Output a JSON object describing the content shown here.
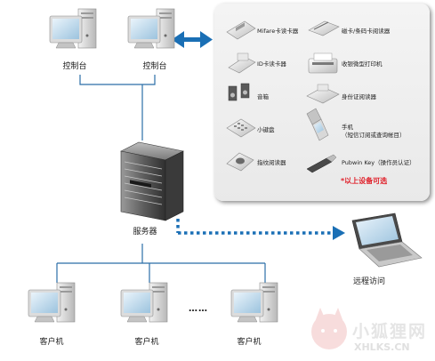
{
  "consoles": [
    "控制台",
    "控制台"
  ],
  "server_label": "服务器",
  "remote_label": "远程访问",
  "clients": [
    "客户机",
    "客户机",
    "客户机"
  ],
  "clients_ellipsis": "……",
  "devices": {
    "left": [
      {
        "label": "Mifare卡读卡器",
        "icon": "mifare-card-reader-icon"
      },
      {
        "label": "ID卡读卡器",
        "icon": "id-card-reader-icon"
      },
      {
        "label": "音箱",
        "icon": "speakers-icon"
      },
      {
        "label": "小键盘",
        "icon": "keypad-icon"
      },
      {
        "label": "指纹阅读器",
        "icon": "fingerprint-reader-icon"
      }
    ],
    "right": [
      {
        "label": "磁卡/条码卡阅读器",
        "icon": "magstripe-barcode-reader-icon"
      },
      {
        "label": "收银微型打印机",
        "icon": "receipt-printer-icon"
      },
      {
        "label": "身份证阅读器",
        "icon": "id-reader-icon"
      },
      {
        "label": "手机",
        "sub": "（短信订阅或查询帐目）",
        "icon": "mobile-phone-icon"
      },
      {
        "label": "Pubwin Key（操作员认证）",
        "icon": "usb-key-icon"
      }
    ],
    "optional_note": "*以上设备可选"
  },
  "watermark": {
    "name": "小狐狸网",
    "url": "XHLKS.CN"
  },
  "colors": {
    "connector": "#2b6ea8",
    "link_arrow": "#1a6fb5",
    "optional_note": "#e0202a"
  }
}
